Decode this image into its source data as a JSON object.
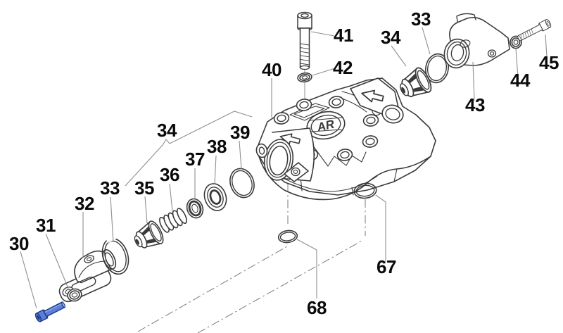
{
  "diagram": {
    "logo_text": "AR",
    "colors": {
      "background": "#ffffff",
      "outline": "#3a3a3a",
      "leader": "#8f8f8f",
      "axis": "#7a7a7a",
      "label": "#0a0a0a",
      "white": "#ffffff",
      "highlight_fill": "#5b7fd6",
      "highlight_stroke": "#1d3a85",
      "highlight_tip": "#9db4e8"
    }
  },
  "labels": {
    "30": "30",
    "31": "31",
    "32": "32",
    "33": "33",
    "34": "34",
    "35": "35",
    "36": "36",
    "37": "37",
    "38": "38",
    "39": "39",
    "40": "40",
    "41": "41",
    "42": "42",
    "43": "43",
    "44": "44",
    "45": "45",
    "67": "67",
    "68": "68"
  }
}
